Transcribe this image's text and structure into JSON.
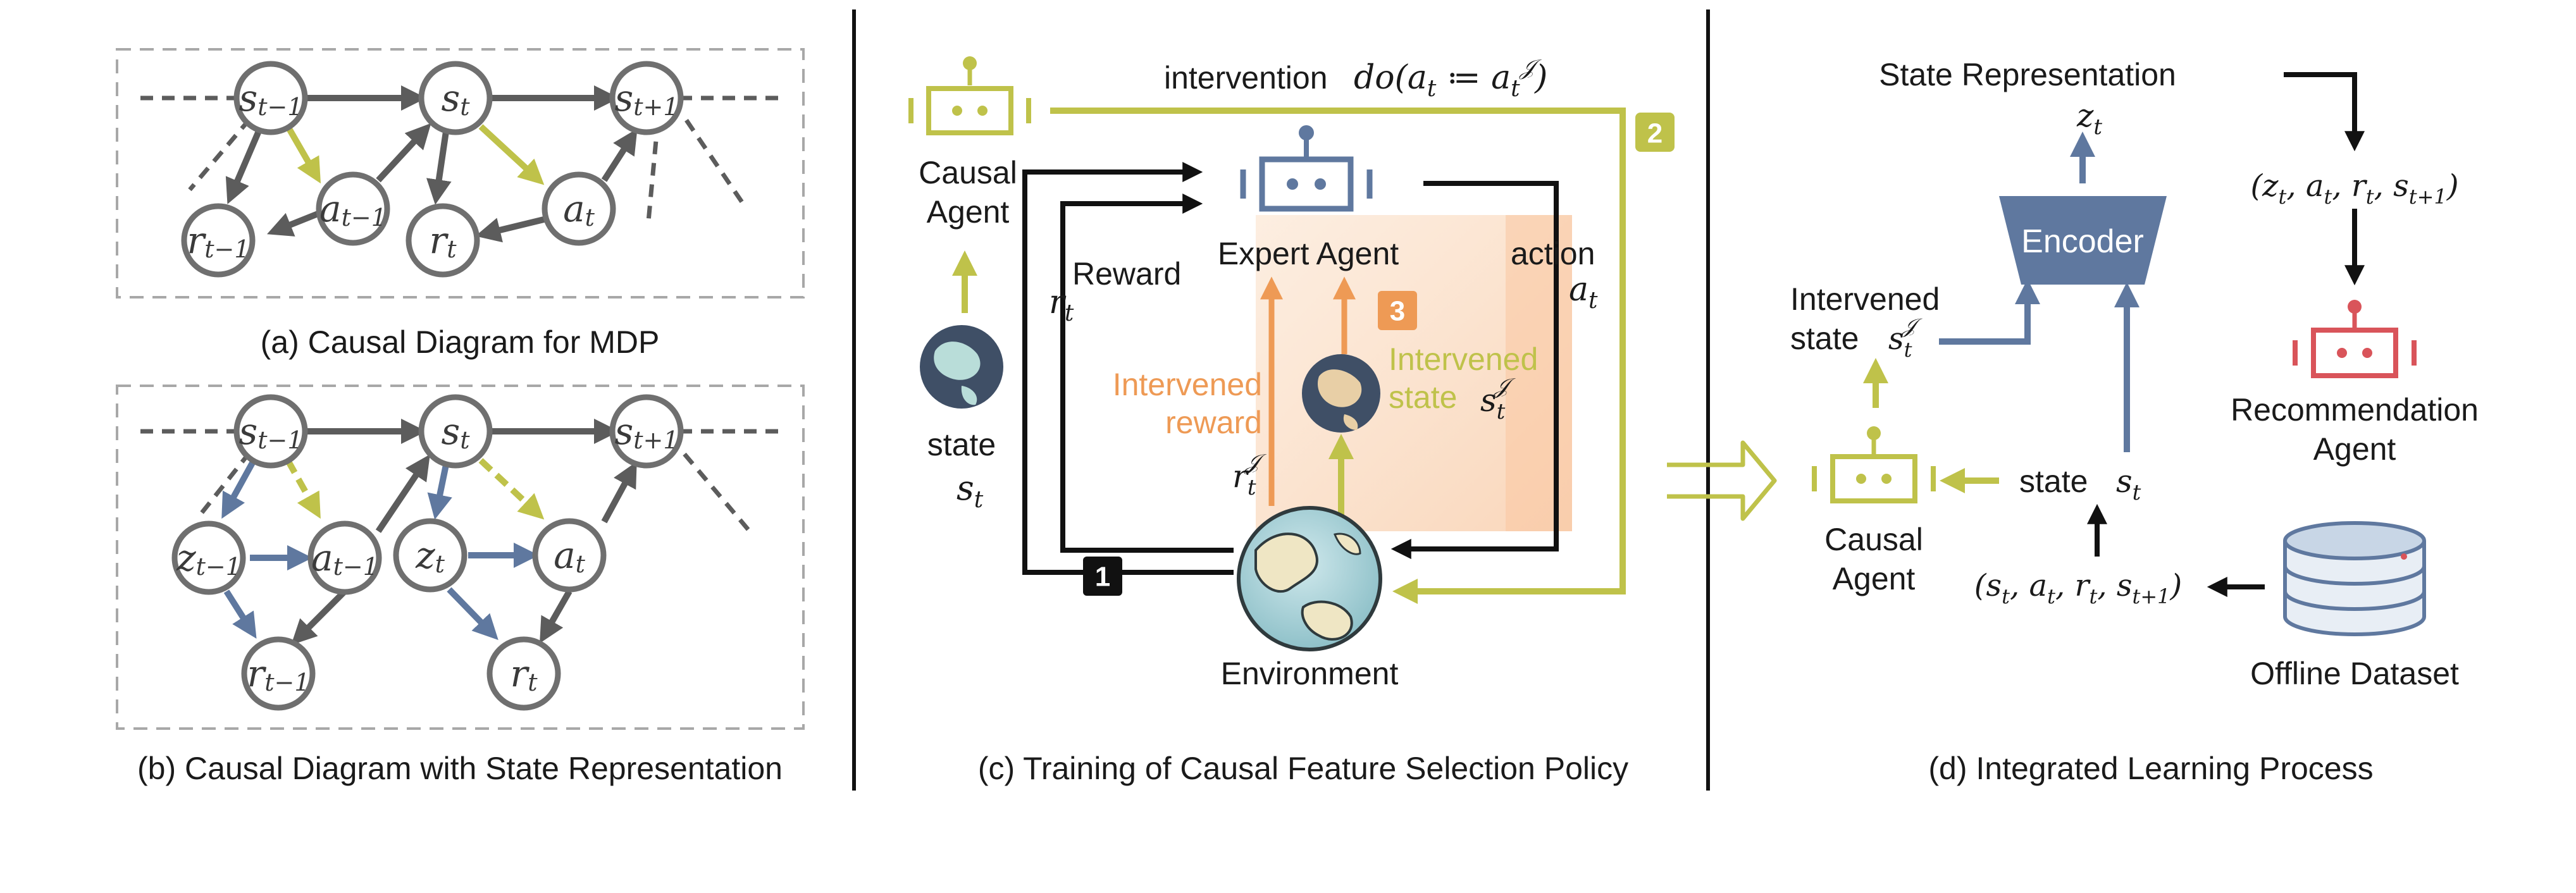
{
  "panel_a": {
    "caption": "(a) Causal Diagram for MDP",
    "nodes": {
      "s_prev": "s",
      "s_prev_sub": "t−1",
      "s_t": "s",
      "s_t_sub": "t",
      "s_next": "s",
      "s_next_sub": "t+1",
      "a_prev": "a",
      "a_prev_sub": "t−1",
      "a_t": "a",
      "a_t_sub": "t",
      "r_prev": "r",
      "r_prev_sub": "t−1",
      "r_t": "r",
      "r_t_sub": "t"
    }
  },
  "panel_b": {
    "caption": "(b) Causal Diagram with State Representation",
    "nodes": {
      "s_prev": "s",
      "s_prev_sub": "t−1",
      "s_t": "s",
      "s_t_sub": "t",
      "s_next": "s",
      "s_next_sub": "t+1",
      "z_prev": "z",
      "z_prev_sub": "t−1",
      "z_t": "z",
      "z_t_sub": "t",
      "a_prev": "a",
      "a_prev_sub": "t−1",
      "a_t": "a",
      "a_t_sub": "t",
      "r_prev": "r",
      "r_prev_sub": "t−1",
      "r_t": "r",
      "r_t_sub": "t"
    }
  },
  "panel_c": {
    "caption": "(c) Training of Causal Feature Selection Policy",
    "intervention_label": "intervention",
    "intervention_formula": "do(a",
    "intervention_formula_sub": "t",
    "intervention_formula_mid": " ≔ a",
    "intervention_formula_sup": "𝒥",
    "intervention_formula_end": ")",
    "causal_agent": [
      "Causal",
      "Agent"
    ],
    "expert_agent": "Expert Agent",
    "reward_label": "Reward",
    "reward_var": "r",
    "reward_var_sub": "t",
    "action_label": "action",
    "action_var": "a",
    "action_var_sub": "t",
    "state_label": "state",
    "state_var": "s",
    "state_var_sub": "t",
    "intervened_reward": [
      "Intervened",
      "reward"
    ],
    "intervened_reward_var": "r",
    "intervened_state": [
      "Intervened",
      "state"
    ],
    "intervened_state_var": "s",
    "environment": "Environment",
    "badge_1": "1",
    "badge_2": "2",
    "badge_3": "3"
  },
  "panel_d": {
    "caption": "(d) Integrated Learning Process",
    "state_representation": "State Representation",
    "z_var": "z",
    "encoder": "Encoder",
    "tuple_top": "(z",
    "tuple_top_rest": ", a",
    "tuple_top_rest2": ", r",
    "tuple_top_rest3": ", s",
    "recommendation_agent": [
      "Recommendation",
      "Agent"
    ],
    "intervened_state": [
      "Intervened",
      "state"
    ],
    "causal_agent": [
      "Causal",
      "Agent"
    ],
    "state_label": "state",
    "tuple_bottom": "(s",
    "offline_dataset": "Offline Dataset"
  },
  "colors": {
    "gray_edge": "#5c5c5c",
    "yellow": "#bfc24a",
    "blue": "#5f789f",
    "orange": "#ee9a55",
    "red": "#d9545a",
    "black": "#111111"
  }
}
